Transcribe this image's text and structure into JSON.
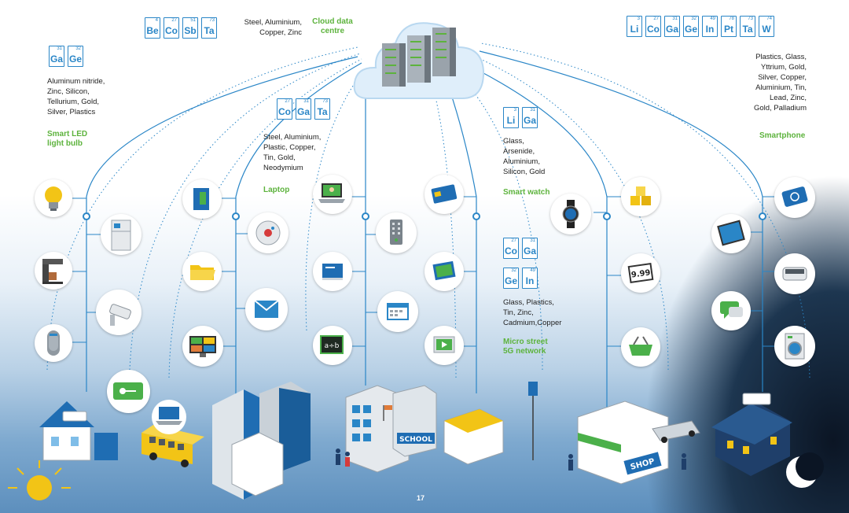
{
  "page_number": "17",
  "cloud": {
    "label": "Cloud data\ncentre",
    "materials": "Steel, Aluminium,\nCopper, Zinc",
    "elements": [
      {
        "num": "4",
        "sym": "Be"
      },
      {
        "num": "27",
        "sym": "Co"
      },
      {
        "num": "51",
        "sym": "Sb"
      },
      {
        "num": "73",
        "sym": "Ta"
      }
    ]
  },
  "led": {
    "label": "Smart LED\nlight bulb",
    "materials": "Aluminum nitride,\nZinc, Silicon,\nTellurium, Gold,\nSilver, Plastics",
    "elements": [
      {
        "num": "31",
        "sym": "Ga"
      },
      {
        "num": "32",
        "sym": "Ge"
      }
    ]
  },
  "laptop": {
    "label": "Laptop",
    "materials": "Steel, Aluminium,\nPlastic, Copper,\nTin, Gold,\nNeodymium",
    "elements": [
      {
        "num": "27",
        "sym": "Co"
      },
      {
        "num": "31",
        "sym": "Ga"
      },
      {
        "num": "73",
        "sym": "Ta"
      }
    ]
  },
  "watch": {
    "label": "Smart watch",
    "materials": "Glass,\nArsenide,\nAluminium,\nSilicon, Gold",
    "elements": [
      {
        "num": "3",
        "sym": "Li"
      },
      {
        "num": "31",
        "sym": "Ga"
      }
    ]
  },
  "network": {
    "label": "Micro street\n5G network",
    "materials": "Glass, Plastics,\nTin, Zinc,\nCadmium,Copper",
    "elements_row1": [
      {
        "num": "27",
        "sym": "Co"
      },
      {
        "num": "31",
        "sym": "Ga"
      }
    ],
    "elements_row2": [
      {
        "num": "32",
        "sym": "Ge"
      },
      {
        "num": "49",
        "sym": "In"
      }
    ]
  },
  "phone": {
    "label": "Smartphone",
    "materials": "Plastics, Glass,\nYttrium, Gold,\nSilver, Copper,\nAluminium, Tin,\nLead, Zinc,\nGold, Palladium",
    "elements": [
      {
        "num": "3",
        "sym": "Li"
      },
      {
        "num": "27",
        "sym": "Co"
      },
      {
        "num": "31",
        "sym": "Ga"
      },
      {
        "num": "32",
        "sym": "Ge"
      },
      {
        "num": "49",
        "sym": "In"
      },
      {
        "num": "78",
        "sym": "Pt"
      },
      {
        "num": "73",
        "sym": "Ta"
      },
      {
        "num": "74",
        "sym": "W"
      }
    ]
  },
  "signs": {
    "school": "SCHOOL",
    "shop": "SHOP",
    "price": "9.99",
    "formula": "a÷b"
  },
  "colors": {
    "line": "#2a86c7",
    "label_green": "#5db33d",
    "device_blue": "#1f6db3",
    "accent_yellow": "#f2c416"
  }
}
